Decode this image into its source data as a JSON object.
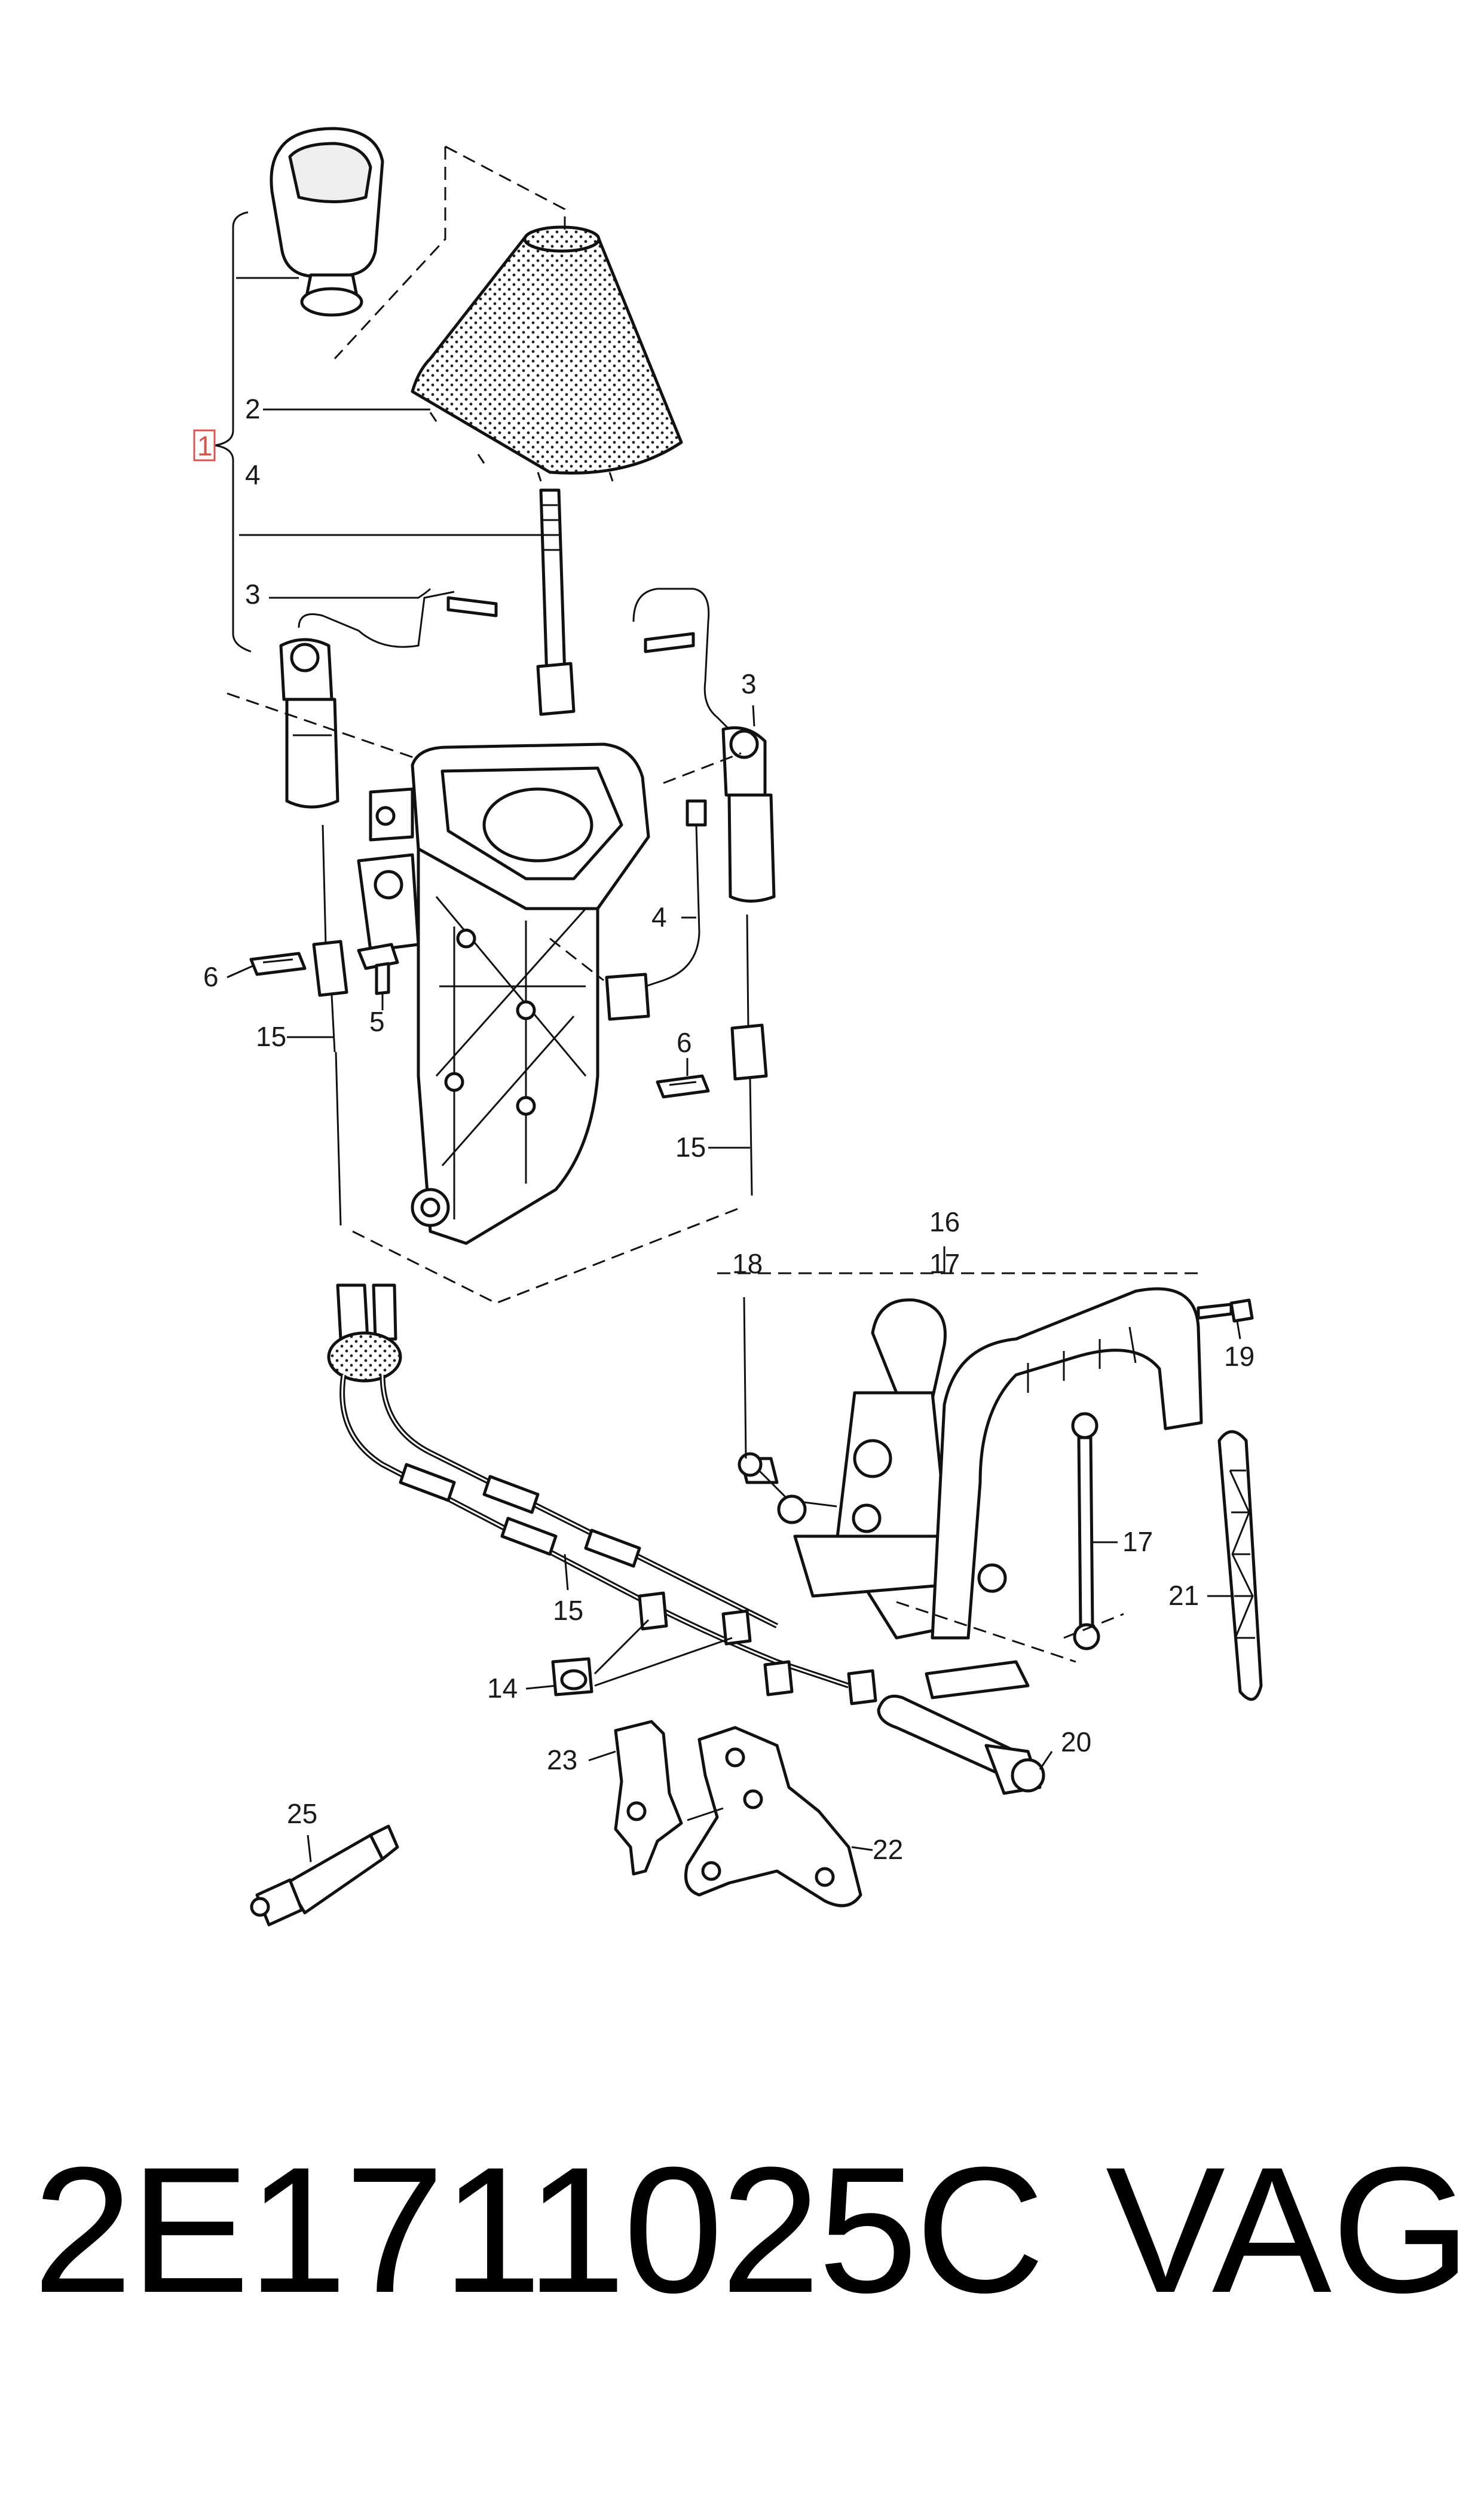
{
  "diagram": {
    "callouts": [
      "1",
      "2",
      "4",
      "3",
      "3",
      "4",
      "6",
      "5",
      "15",
      "6",
      "15",
      "16",
      "17",
      "18",
      "19",
      "17",
      "21",
      "15",
      "14",
      "20",
      "23",
      "22",
      "25"
    ],
    "highlight_color": "#d9534f"
  },
  "caption": {
    "part_number": "2E1711025C",
    "brand": "VAG"
  }
}
